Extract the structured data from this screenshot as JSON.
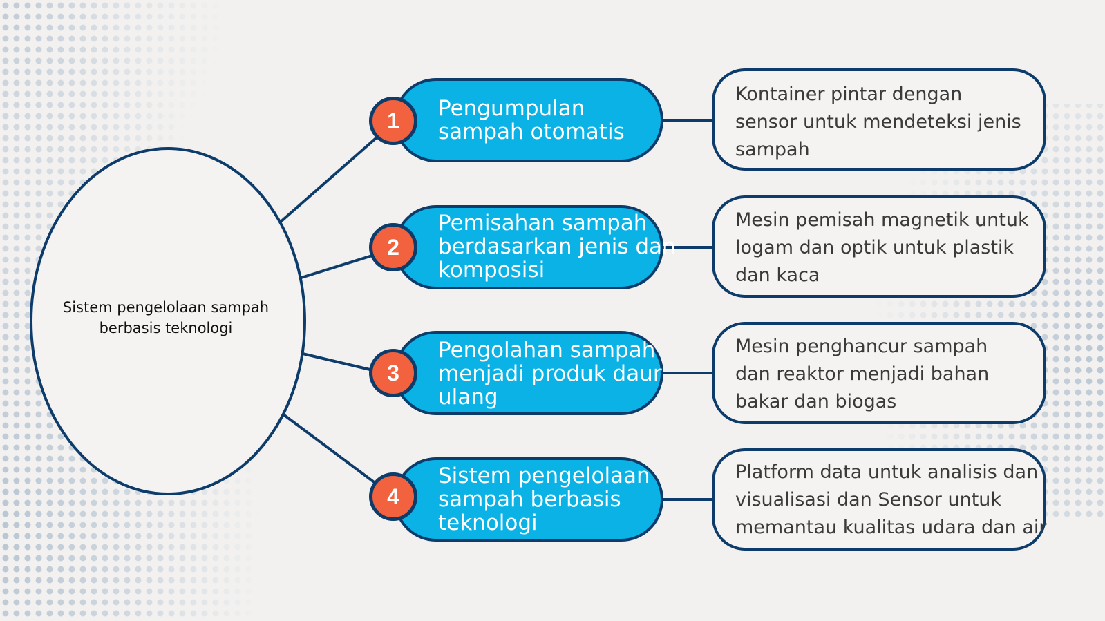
{
  "colors": {
    "background": "#f2f1f0",
    "pill_fill": "#0bb2e6",
    "outline": "#0d3c6b",
    "badge_fill": "#f2623f",
    "halftone": "#b8c6d3"
  },
  "center": {
    "lines": [
      "Sistem pengelolaan sampah",
      "berbasis teknologi"
    ]
  },
  "steps": [
    {
      "number": "1",
      "title_lines": [
        "Pengumpulan",
        "sampah otomatis"
      ],
      "detail_lines": [
        "Kontainer pintar dengan",
        "sensor untuk mendeteksi jenis",
        "sampah"
      ]
    },
    {
      "number": "2",
      "title_lines": [
        "Pemisahan sampah",
        "berdasarkan jenis dan",
        "komposisi"
      ],
      "detail_lines": [
        "Mesin pemisah magnetik untuk",
        "logam dan optik untuk plastik",
        "dan kaca"
      ]
    },
    {
      "number": "3",
      "title_lines": [
        "Pengolahan sampah",
        "menjadi produk daur",
        "ulang"
      ],
      "detail_lines": [
        "Mesin penghancur sampah",
        "dan reaktor menjadi bahan",
        "bakar dan biogas"
      ]
    },
    {
      "number": "4",
      "title_lines": [
        "Sistem pengelolaan",
        "sampah berbasis",
        "teknologi"
      ],
      "detail_lines": [
        "Platform data untuk analisis dan",
        "visualisasi dan Sensor untuk",
        "memantau kualitas udara dan air"
      ]
    }
  ]
}
